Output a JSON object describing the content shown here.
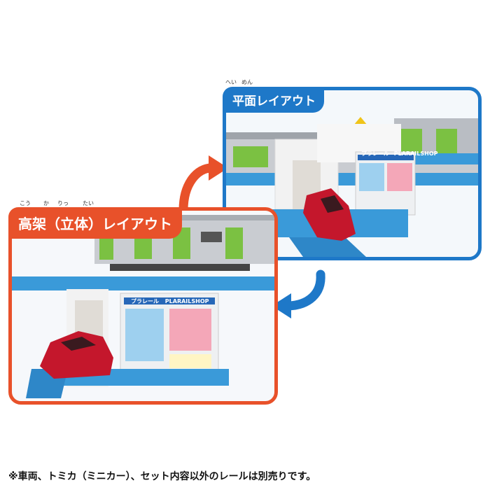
{
  "layouts": {
    "flat": {
      "title": "平面レイアウト",
      "ruby": [
        "へい",
        "めん"
      ]
    },
    "elevated": {
      "title": "高架（立体）レイアウト",
      "ruby": [
        "こう",
        "か",
        "りっ",
        "たい"
      ]
    }
  },
  "shop_sign": {
    "brand": "プラレール",
    "name": "PLARAILSHOP"
  },
  "footer_note": "※車両、トミカ（ミニカー）、セット内容以外のレールは別売りです。",
  "colors": {
    "flat_accent": "#1e78c8",
    "elevated_accent": "#e8512a",
    "rail_blue": "#3a9ad9",
    "train_green": "#7bc142",
    "car_red": "#c4172c"
  }
}
